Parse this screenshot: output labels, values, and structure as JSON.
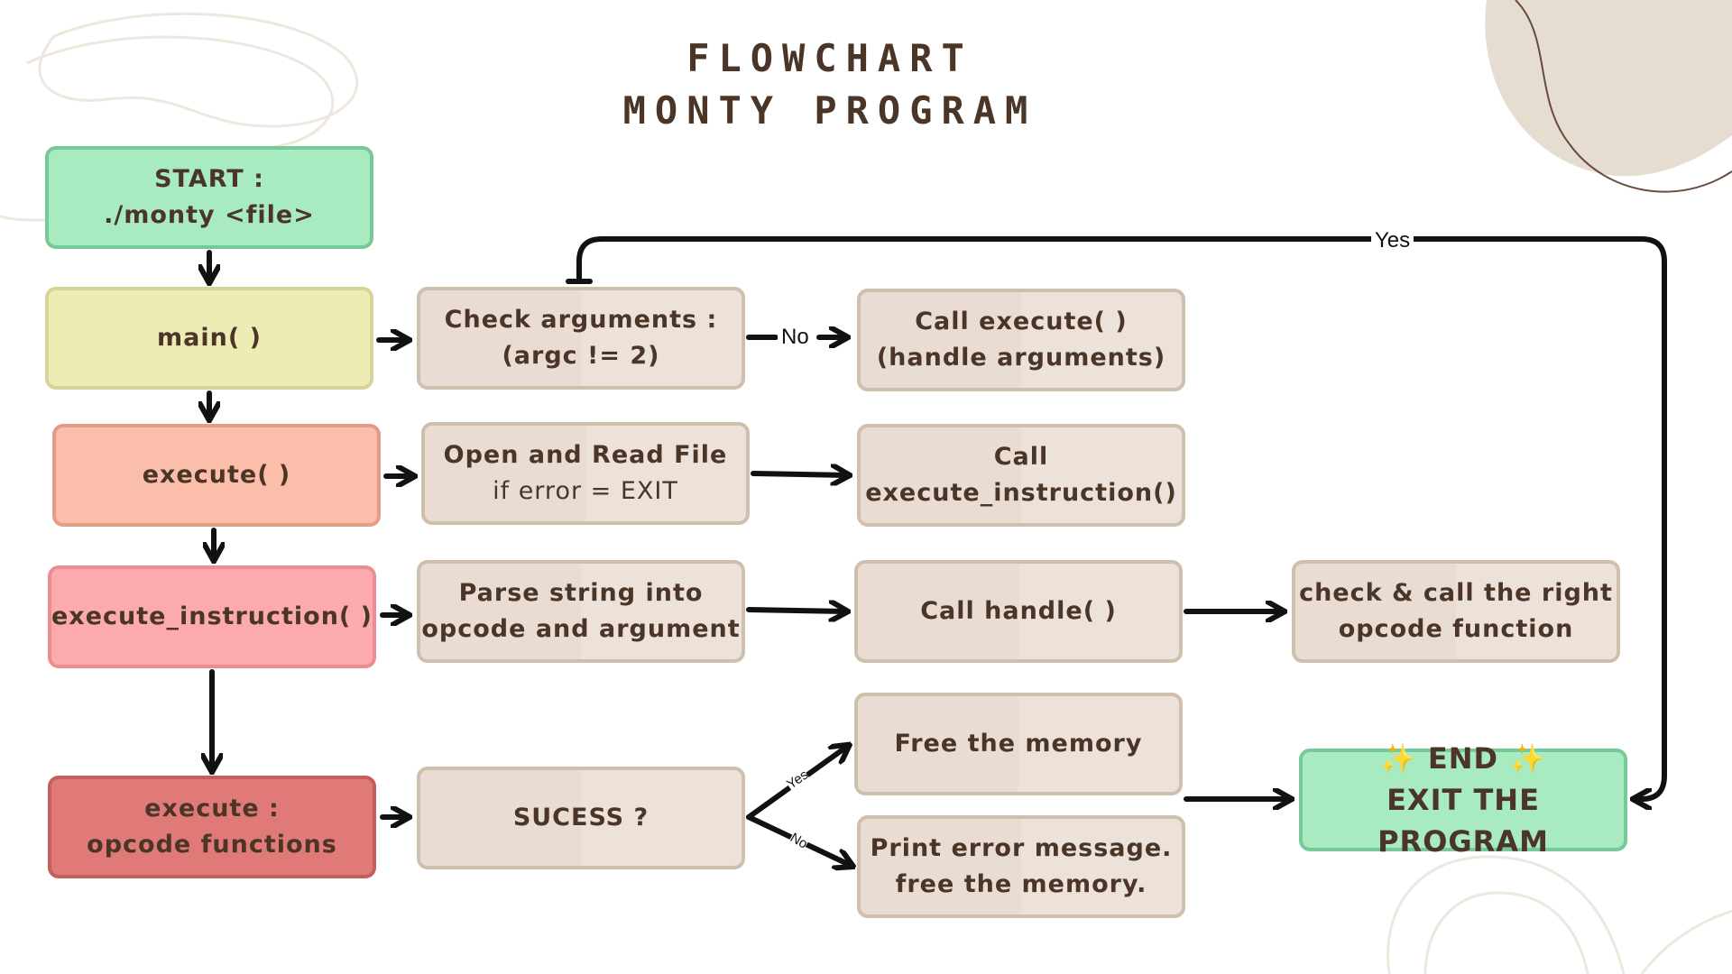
{
  "title": {
    "line1": "FLOWCHART",
    "line2": "MONTY PROGRAM"
  },
  "boxes": {
    "start": {
      "line1": "START :",
      "line2": "./monty <file>"
    },
    "main": {
      "line1": "main( )"
    },
    "execute": {
      "line1": "execute( )"
    },
    "execute_instruction": {
      "line1": "execute_instruction( )"
    },
    "opcode_functions": {
      "line1": "execute :",
      "line2": "opcode functions"
    },
    "check_arguments": {
      "line1": "Check arguments :",
      "line2": "(argc != 2)"
    },
    "open_read": {
      "line1": "Open and Read File",
      "line2": "if error = EXIT"
    },
    "parse": {
      "line1": "Parse string into",
      "line2": "opcode and argument"
    },
    "success": {
      "line1": "SUCESS ?"
    },
    "call_execute": {
      "line1": "Call execute( )",
      "line2": "(handle arguments)"
    },
    "call_execute_instruction": {
      "line1": "Call",
      "line2": "execute_instruction()"
    },
    "call_handle": {
      "line1": "Call handle( )"
    },
    "free_memory": {
      "line1": "Free the memory"
    },
    "print_error": {
      "line1": "Print error message.",
      "line2": "free the memory."
    },
    "check_call": {
      "line1": "check & call the right",
      "line2": "opcode function"
    },
    "end": {
      "star": "✨",
      "line1": "END",
      "line2": "EXIT THE PROGRAM"
    }
  },
  "edge_labels": {
    "yes_top": "Yes",
    "no_top": "No",
    "yes_small": "Yes",
    "no_small": "No"
  },
  "colors": {
    "start_end": "#a8ebc1",
    "main": "#eeecb5",
    "execute": "#fbbeab",
    "execute_instruction": "#fcaaad",
    "opcode_functions": "#e07a78",
    "neutral_box": "#e9ddd3",
    "text": "#4a3526"
  }
}
